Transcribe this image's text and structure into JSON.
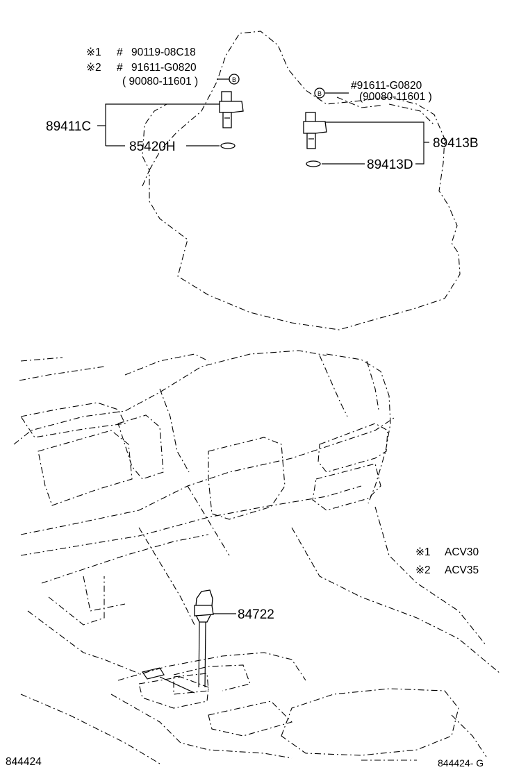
{
  "top_left_group": {
    "note1_mark": "※1",
    "note1_hash": "#",
    "note1_part": "90119-08C18",
    "note2_mark": "※2",
    "note2_hash": "#",
    "note2_part": "91611-G0820",
    "note3_part": "( 90080-11601 )",
    "bolt_letter": "B"
  },
  "top_right_group": {
    "hash_part": "#91611-G0820",
    "paren_part": "(90080-11601 )",
    "bolt_letter": "B"
  },
  "labels": {
    "sensor_left": "89411C",
    "oring_left": "85420H",
    "sensor_right": "89413B",
    "oring_right": "89413D",
    "shifter_switch": "84722"
  },
  "legend": {
    "item1_mark": "※1",
    "item1_text": "ACV30",
    "item2_mark": "※2",
    "item2_text": "ACV35"
  },
  "footer": {
    "left_code": "844424",
    "right_code": "844424- G"
  }
}
